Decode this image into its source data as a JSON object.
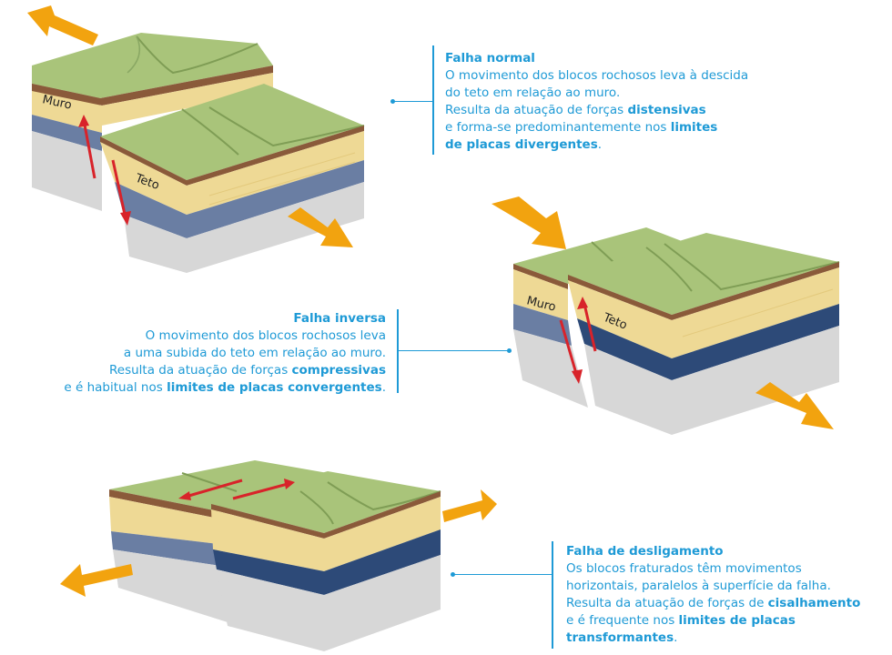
{
  "colors": {
    "accent_text": "#1e9ad6",
    "arrow_orange": "#f2a30f",
    "arrow_red": "#d8232a",
    "grass": "#9fbe6e",
    "soil_top": "#8a5a3a",
    "sandstone": "#f0dc9a",
    "shale_blue": "#5d7398",
    "bedrock": "#d4d4d4"
  },
  "normal": {
    "title": "Falha normal",
    "line1": "O movimento dos blocos rochosos leva à descida",
    "line2": "do teto em relação ao muro.",
    "line3_pre": "Resulta da atuação de forças ",
    "line3_bold": "distensivas",
    "line4_pre": "e forma-se predominantemente nos ",
    "line4_bold": "limites",
    "line5_bold": "de placas divergentes",
    "line5_post": ".",
    "muro": "Muro",
    "teto": "Teto"
  },
  "inverse": {
    "title": "Falha inversa",
    "line1": "O movimento dos blocos rochosos leva",
    "line2": "a uma subida do teto em relação ao muro.",
    "line3_pre": "Resulta da atuação de forças ",
    "line3_bold": "compressivas",
    "line4_pre": "e é habitual nos ",
    "line4_bold": "limites de placas convergentes",
    "line4_post": ".",
    "muro": "Muro",
    "teto": "Teto"
  },
  "strike": {
    "title": "Falha de desligamento",
    "line1": "Os blocos fraturados têm movimentos",
    "line2": "horizontais, paralelos à superfície da falha.",
    "line3_pre": "Resulta da atuação de forças de ",
    "line3_bold": "cisalhamento",
    "line4_pre": "e é frequente nos ",
    "line4_bold": "limites de placas",
    "line5_bold": "transformantes",
    "line5_post": "."
  }
}
